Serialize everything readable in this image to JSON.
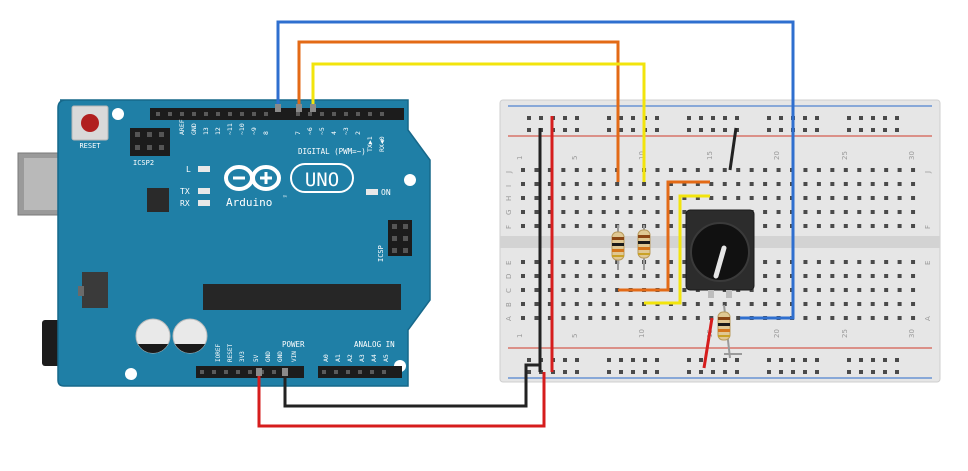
{
  "arduino": {
    "reset_label": "RESET",
    "icsp2_label": "ICSP2",
    "icsp_label": "ICSP",
    "aref_label": "AREF",
    "gnd_top_label": "GND",
    "digital_pins": [
      "13",
      "12",
      "~11",
      "~10",
      "~9",
      "8",
      "7",
      "~6",
      "~5",
      "4",
      "~3",
      "2",
      "TX▶1",
      "RX◀0"
    ],
    "digital_label": "DIGITAL (PWM=~)",
    "led_l_label": "L",
    "led_tx_label": "TX",
    "led_rx_label": "RX",
    "on_label": "ON",
    "uno_label": "UNO",
    "arduino_label": "Arduino",
    "trademark": "™",
    "power_pins": [
      "IOREF",
      "RESET",
      "3V3",
      "5V",
      "GND",
      "GND",
      "VIN"
    ],
    "power_label": "POWER",
    "analog_pins": [
      "A0",
      "A1",
      "A2",
      "A3",
      "A4",
      "A5"
    ],
    "analog_label": "ANALOG IN"
  },
  "breadboard": {
    "col_numbers": [
      "1",
      "5",
      "10",
      "15",
      "20",
      "25",
      "30"
    ],
    "row_letters_top": [
      "J",
      "I",
      "H",
      "G",
      "F"
    ],
    "row_letters_bottom": [
      "E",
      "D",
      "C",
      "B",
      "A"
    ]
  },
  "colors": {
    "board": "#1f7fa6",
    "board_edge": "#17688a",
    "breadboard": "#e6e6e6",
    "wire_blue": "#2f6fcf",
    "wire_orange": "#e36a16",
    "wire_yellow": "#f2e40c",
    "wire_red": "#d61d1d",
    "wire_black": "#222222",
    "rail_red": "#d0392b",
    "rail_blue": "#2a6acb"
  },
  "components": {
    "resistors": [
      "resistor-1",
      "resistor-2",
      "resistor-3"
    ],
    "knob": "potentiometer-knob"
  }
}
